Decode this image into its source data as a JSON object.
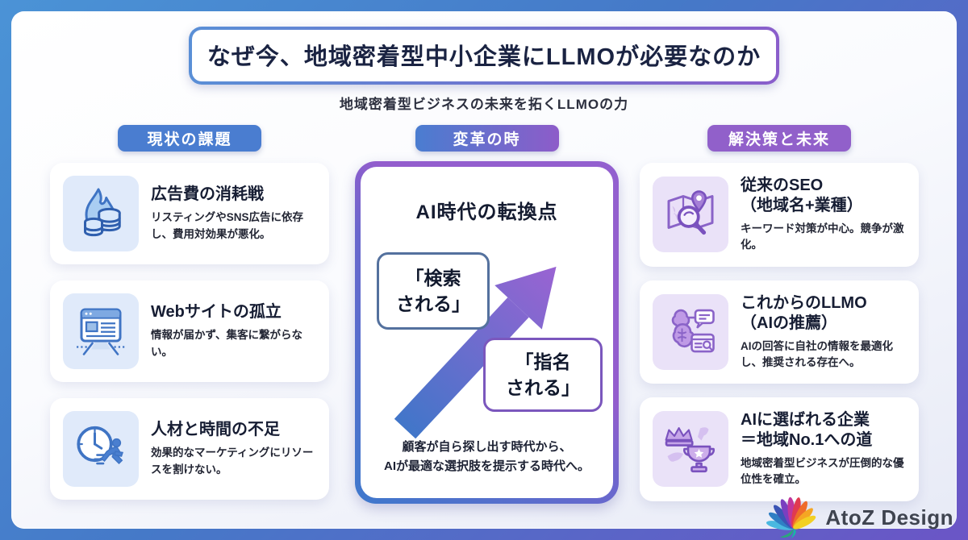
{
  "header": {
    "title": "なぜ今、地域密着型中小企業にLLMOが必要なのか",
    "subtitle": "地域密着型ビジネスの未来を拓くLLMOの力"
  },
  "columns": {
    "left": {
      "badge": "現状の課題",
      "cards": [
        {
          "icon": "burning-money-icon",
          "title": "広告費の消耗戦",
          "body": "リスティングやSNS広告に依存し、費用対効果が悪化。"
        },
        {
          "icon": "isolated-website-icon",
          "title": "Webサイトの孤立",
          "body": "情報が届かず、集客に繋がらない。"
        },
        {
          "icon": "time-shortage-icon",
          "title": "人材と時間の不足",
          "body": "効果的なマーケティングにリソースを割けない。"
        }
      ]
    },
    "center": {
      "badge": "変革の時",
      "card_title": "AI時代の転換点",
      "box_from": {
        "line1": "「検索",
        "line2": "される」"
      },
      "box_to": {
        "line1": "「指名",
        "line2": "される」"
      },
      "caption_line1": "顧客が自ら探し出す時代から、",
      "caption_line2": "AIが最適な選択肢を提示する時代へ。"
    },
    "right": {
      "badge": "解決策と未来",
      "cards": [
        {
          "icon": "map-seo-icon",
          "title_line1": "従来のSEO",
          "title_line2": "（地域名+業種）",
          "body": "キーワード対策が中心。競争が激化。"
        },
        {
          "icon": "ai-brain-icon",
          "title_line1": "これからのLLMO",
          "title_line2": "（AIの推薦）",
          "body": "AIの回答に自社の情報を最適化し、推奨される存在へ。"
        },
        {
          "icon": "winner-trophy-icon",
          "title_line1": "AIに選ばれる企業",
          "title_line2": "＝地域No.1への道",
          "body": "地域密着型ビジネスが圧倒的な優位性を確立。"
        }
      ]
    }
  },
  "footer": {
    "logo_text": "AtoZ Design"
  },
  "colors": {
    "frame_blue": "#4b93d6",
    "frame_purple": "#6b55c6",
    "badge_blue": "#4a7dd0",
    "badge_purple": "#9160ca",
    "navy_text": "#1a2342",
    "icon_blue": "#3f74c4",
    "icon_purple": "#8a63c8",
    "arrow_gradient_start": "#4176c9",
    "arrow_gradient_end": "#9a63d2"
  }
}
